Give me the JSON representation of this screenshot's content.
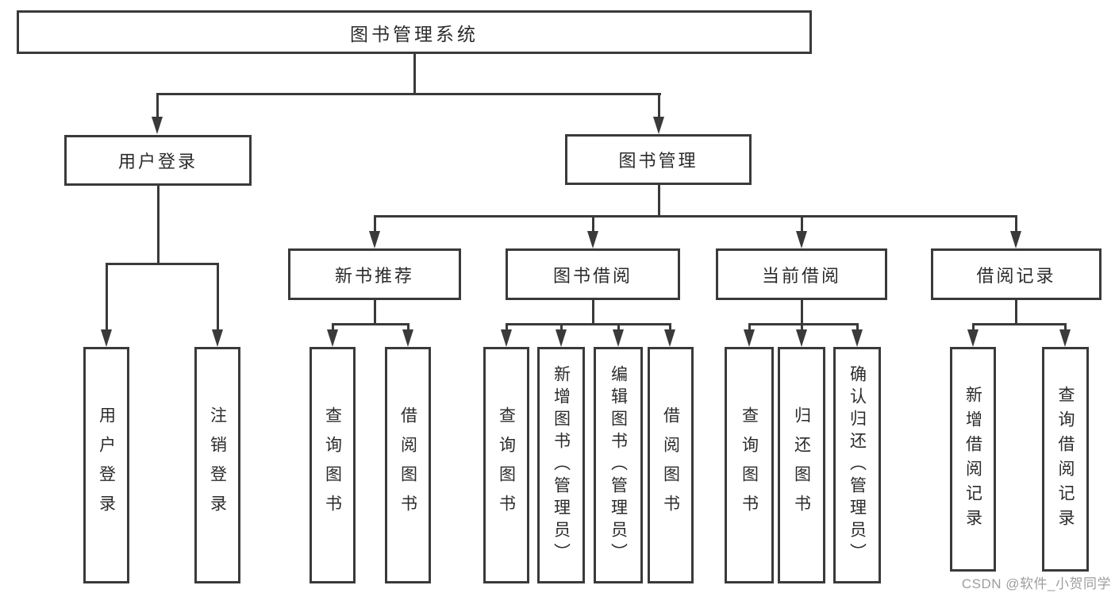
{
  "colors": {
    "line": "#3a3a3a",
    "text": "#2b2b2b",
    "watermark": "#9e9e9e"
  },
  "diagram": {
    "root": {
      "label": "图书管理系统"
    },
    "branches": [
      {
        "label": "用户登录",
        "children": [
          {
            "label": "用户登录"
          },
          {
            "label": "注销登录"
          }
        ]
      },
      {
        "label": "图书管理",
        "children": [
          {
            "label": "新书推荐",
            "children": [
              {
                "label": "查询图书"
              },
              {
                "label": "借阅图书"
              }
            ]
          },
          {
            "label": "图书借阅",
            "children": [
              {
                "label": "查询图书"
              },
              {
                "label": "新增图书（管理员）"
              },
              {
                "label": "编辑图书（管理员）"
              },
              {
                "label": "借阅图书"
              }
            ]
          },
          {
            "label": "当前借阅",
            "children": [
              {
                "label": "查询图书"
              },
              {
                "label": "归还图书"
              },
              {
                "label": "确认归还（管理员）"
              }
            ]
          },
          {
            "label": "借阅记录",
            "children": [
              {
                "label": "新增借阅记录"
              },
              {
                "label": "查询借阅记录"
              }
            ]
          }
        ]
      }
    ]
  },
  "watermark": {
    "text": "CSDN @软件_小贺同学"
  }
}
